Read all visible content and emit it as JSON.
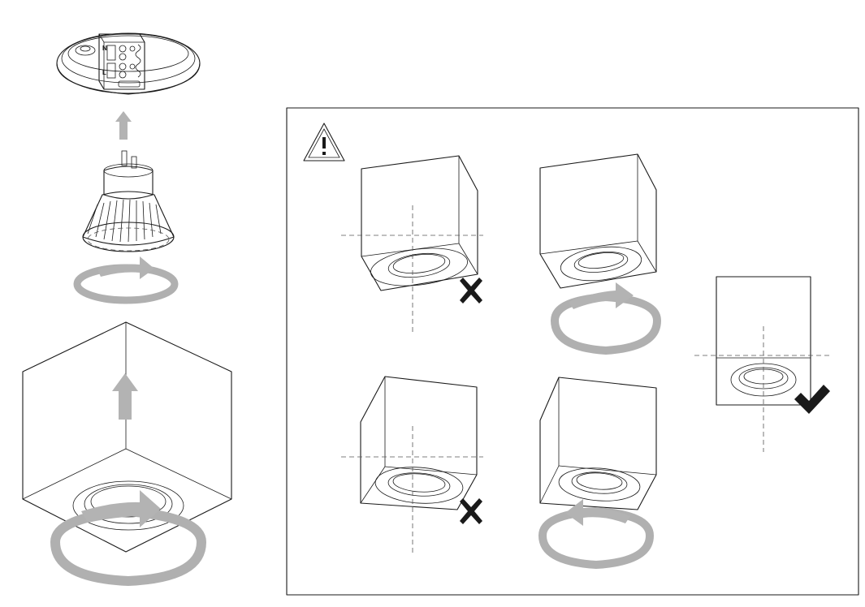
{
  "colors": {
    "line": "#1a1a1a",
    "arrow_grey": "#b3b3b3",
    "guide_dash": "#555555",
    "mark": "#1a1a1a",
    "background": "#ffffff"
  },
  "terminal_labels": [
    "N",
    "L"
  ],
  "icons": [
    "warning-triangle-icon",
    "cross-mark-icon",
    "check-mark-icon",
    "up-arrow-icon",
    "rotate-arrow-icon"
  ],
  "panel": {
    "variants": [
      {
        "id": "tilted-square",
        "verdict": "wrong"
      },
      {
        "id": "rotate-right",
        "verdict": "action"
      },
      {
        "id": "tilted-skew",
        "verdict": "wrong"
      },
      {
        "id": "rotate-left",
        "verdict": "action"
      },
      {
        "id": "aligned",
        "verdict": "correct"
      }
    ]
  }
}
